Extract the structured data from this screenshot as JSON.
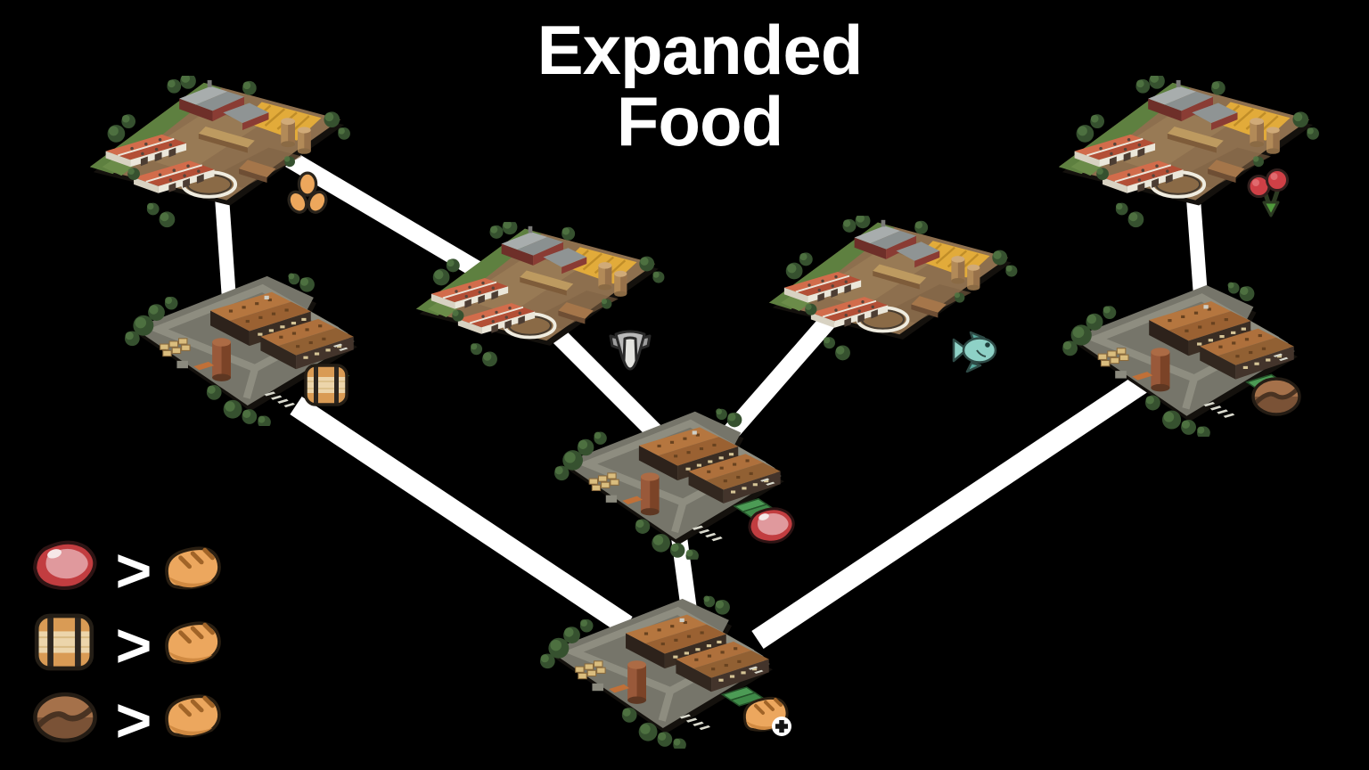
{
  "title": {
    "line1": "Expanded",
    "line2": "Food"
  },
  "colors": {
    "background": "#000000",
    "connector": "#ffffff",
    "title_text": "#ffffff",
    "wheat_icon": "#eda75c",
    "barrel_icon": "#d99b55",
    "cattle_icon": "#bcbcbc",
    "fish_icon": "#8ed1c6",
    "berries_icon": "#cf4046",
    "coffee_icon": "#8a5c3c",
    "meat_icon": "#c23d40",
    "bread_icon": "#eca75e"
  },
  "diagram": {
    "nodes": [
      {
        "id": "wheat-farm",
        "building": "farm-plot",
        "output_icon": "wheat"
      },
      {
        "id": "brewery",
        "building": "factory-plot",
        "output_icon": "beer-barrel"
      },
      {
        "id": "cattle-farm",
        "building": "farm-plot",
        "output_icon": "cattle"
      },
      {
        "id": "fish-farm",
        "building": "farm-plot",
        "output_icon": "fish"
      },
      {
        "id": "berry-farm",
        "building": "farm-plot",
        "output_icon": "berries"
      },
      {
        "id": "coffee-roastery",
        "building": "factory-plot",
        "output_icon": "coffee-bean"
      },
      {
        "id": "butcher",
        "building": "factory-plot",
        "output_icon": "meat"
      },
      {
        "id": "bakery",
        "building": "factory-plot",
        "output_icon": "bread-plus"
      }
    ],
    "edges": [
      {
        "from": "wheat-farm",
        "to": "brewery"
      },
      {
        "from": "wheat-farm",
        "to": "cattle-farm"
      },
      {
        "from": "cattle-farm",
        "to": "butcher"
      },
      {
        "from": "fish-farm",
        "to": "butcher"
      },
      {
        "from": "berry-farm",
        "to": "coffee-roastery"
      },
      {
        "from": "brewery",
        "to": "bakery"
      },
      {
        "from": "butcher",
        "to": "bakery"
      },
      {
        "from": "coffee-roastery",
        "to": "bakery"
      }
    ]
  },
  "legend": {
    "separator": ">",
    "rows": [
      {
        "left_icon": "meat",
        "right_icon": "bread"
      },
      {
        "left_icon": "beer-barrel",
        "right_icon": "bread"
      },
      {
        "left_icon": "coffee-bean",
        "right_icon": "bread"
      }
    ]
  }
}
